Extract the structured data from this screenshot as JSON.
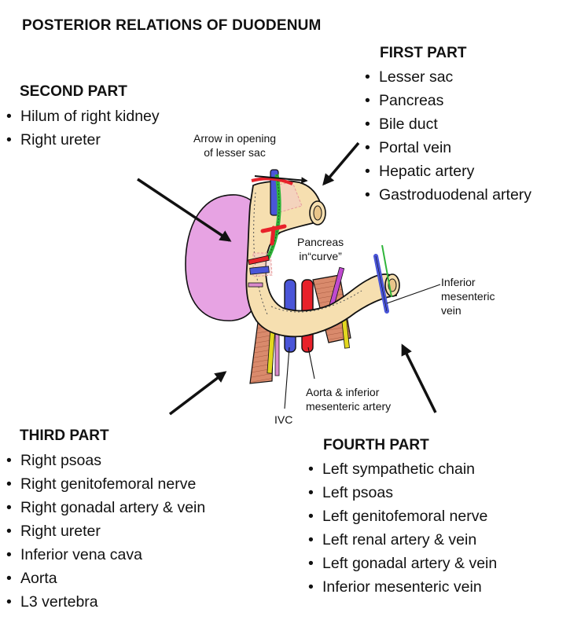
{
  "title": "POSTERIOR RELATIONS OF DUODENUM",
  "sections": {
    "first": {
      "heading": "FIRST PART",
      "items": [
        "Lesser sac",
        "Pancreas",
        "Bile duct",
        "Portal vein",
        "Hepatic artery",
        "Gastroduodenal artery"
      ]
    },
    "second": {
      "heading": "SECOND PART",
      "items": [
        "Hilum of right kidney",
        "Right ureter"
      ]
    },
    "third": {
      "heading": "THIRD PART",
      "items": [
        "Right psoas",
        "Right genitofemoral nerve",
        "Right gonadal artery & vein",
        "Right ureter",
        "Inferior vena cava",
        "Aorta",
        "L3 vertebra"
      ]
    },
    "fourth": {
      "heading": "FOURTH PART",
      "items": [
        "Left sympathetic chain",
        "Left psoas",
        "Left genitofemoral nerve",
        "Left renal artery & vein",
        "Left gonadal artery & vein",
        "Inferior mesenteric vein"
      ]
    }
  },
  "labels": {
    "arrow_lesser_sac_1": "Arrow in opening",
    "arrow_lesser_sac_2": "of lesser sac",
    "pancreas_1": "Pancreas",
    "pancreas_2": "in“curve”",
    "imv_1": "Inferior",
    "imv_2": "mesenteric",
    "imv_3": "vein",
    "aorta_1": "Aorta & inferior",
    "aorta_2": "mesenteric artery",
    "ivc": "IVC"
  },
  "colors": {
    "kidney": "#e7a3e3",
    "duodenum": "#f6dfb0",
    "muscle": "#d98a6c",
    "artery": "#e8212a",
    "vein": "#4a55d8",
    "nerve": "#e3d820",
    "bile_duct": "#2fb53a",
    "pancreas": "#f2c9c9",
    "arrow": "#111111"
  }
}
